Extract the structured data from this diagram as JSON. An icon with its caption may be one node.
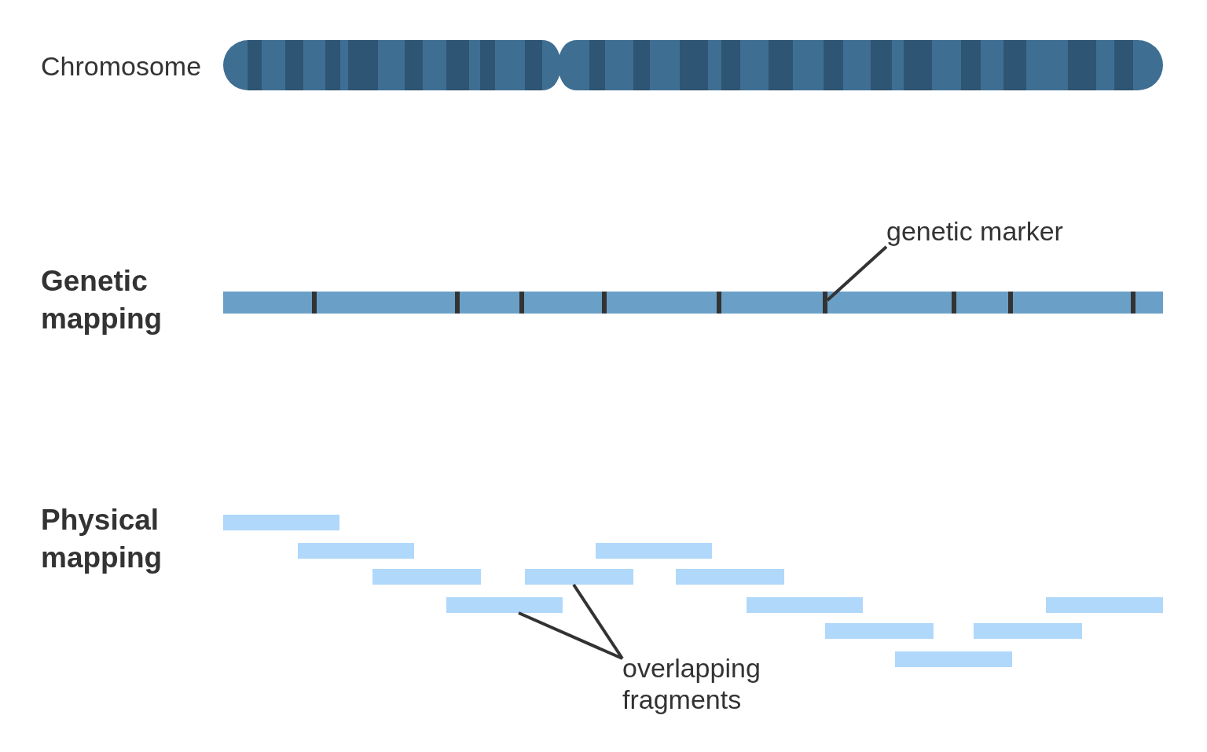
{
  "diagram": {
    "nodes": [
      {
        "text": [
          "genetic marker"
        ]
      },
      {
        "text": [],
        "shape": "bar"
      },
      {
        "text": [],
        "shape": "bar"
      },
      {
        "text": [],
        "shape": "bar"
      },
      {
        "text": [],
        "shape": "bar"
      },
      {
        "text": [],
        "shape": "bar"
      },
      {
        "text": [],
        "shape": "bar"
      },
      {
        "text": [],
        "shape": "bar"
      },
      {
        "text": [],
        "shape": "bar"
      },
      {
        "text": [],
        "shape": "bar"
      },
      {
        "text": [],
        "shape": "bar"
      },
      {
        "text": [],
        "shape": "bar"
      },
      {
        "text": [],
        "shape": "bar"
      },
      {
        "text": [],
        "shape": "bar"
      },
      {
        "text": [
          "overlapping fragments"
        ]
      }
    ],
    "edges": [
      {
        "from": 0,
        "to": 1,
        "arrow": "none"
      },
      {
        "from": 14,
        "to": 6,
        "arrow": "none"
      },
      {
        "from": 14,
        "to": 8,
        "arrow": "none"
      }
    ],
    "labels": [
      "Chromosome",
      "Genetic mapping",
      "Physical mapping"
    ]
  }
}
